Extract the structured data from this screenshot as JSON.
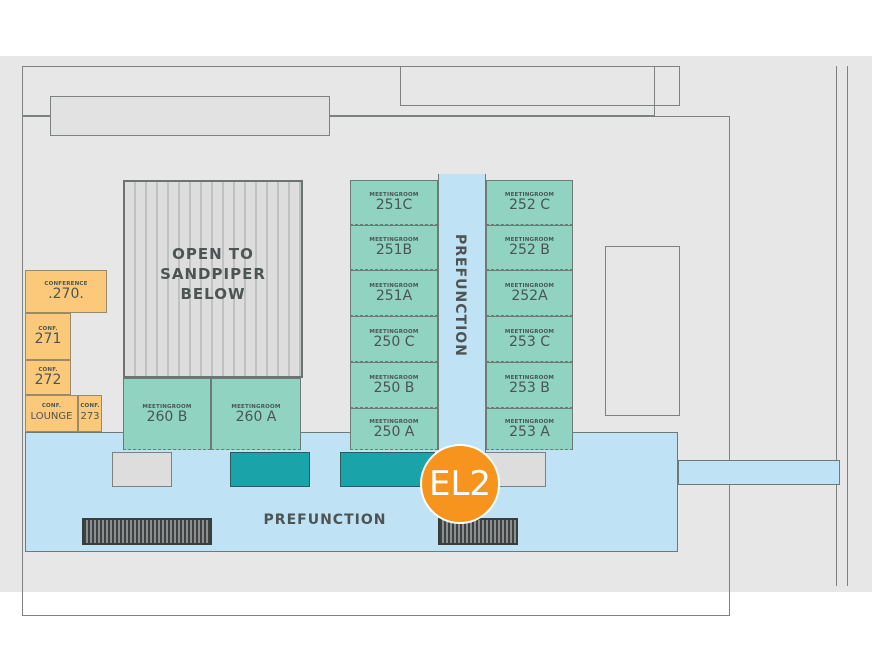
{
  "colors": {
    "meeting_room": "#8fd3c0",
    "conference": "#fcc97a",
    "prefunction": "#bfe3f5",
    "service": "#1aa3a8",
    "marker": "#f7941d",
    "background": "#e6e7e6"
  },
  "open_area": {
    "line1": "OPEN TO",
    "line2": "SANDPIPER",
    "line3": "BELOW"
  },
  "prefunction_vertical": "PREFUNCTION",
  "prefunction_horizontal": "PREFUNCTION",
  "marker": {
    "label": "EL2"
  },
  "meeting_rooms": [
    {
      "sub": "MEETINGROOM",
      "num": "251C"
    },
    {
      "sub": "MEETINGROOM",
      "num": "251B"
    },
    {
      "sub": "MEETINGROOM",
      "num": "251A"
    },
    {
      "sub": "MEETINGROOM",
      "num": "250 C"
    },
    {
      "sub": "MEETINGROOM",
      "num": "250 B"
    },
    {
      "sub": "MEETINGROOM",
      "num": "250 A"
    },
    {
      "sub": "MEETINGROOM",
      "num": "252 C"
    },
    {
      "sub": "MEETINGROOM",
      "num": "252 B"
    },
    {
      "sub": "MEETINGROOM",
      "num": "252A"
    },
    {
      "sub": "MEETINGROOM",
      "num": "253 C"
    },
    {
      "sub": "MEETINGROOM",
      "num": "253 B"
    },
    {
      "sub": "MEETINGROOM",
      "num": "253 A"
    },
    {
      "sub": "MEETINGROOM",
      "num": "260 B"
    },
    {
      "sub": "MEETINGROOM",
      "num": "260 A"
    }
  ],
  "conference_rooms": [
    {
      "sub": "CONFERENCE",
      "num": ".270."
    },
    {
      "sub": "CONF.",
      "num": "271"
    },
    {
      "sub": "CONF.",
      "num": "272"
    },
    {
      "sub": "CONF.",
      "num": "LOUNGE"
    },
    {
      "sub": "CONF.",
      "num": "273"
    }
  ]
}
